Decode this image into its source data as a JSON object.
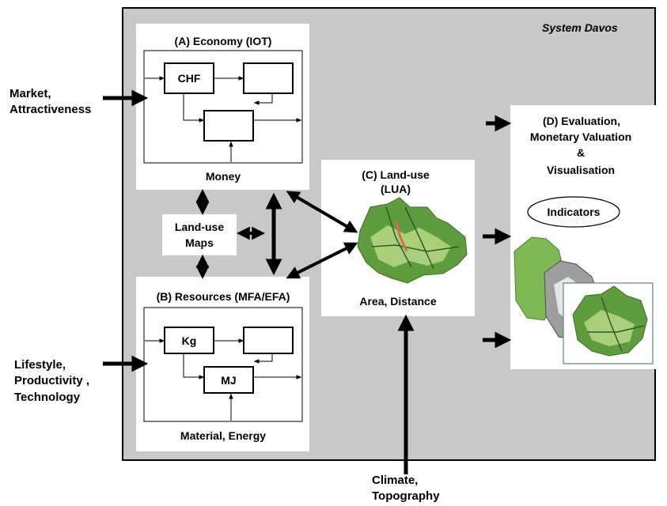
{
  "system": {
    "title": "System Davos"
  },
  "colors": {
    "system_bg": "#c8c8c8",
    "panel": "#ffffff",
    "arrow": "#000000",
    "terrain": "#5f9c3f",
    "terrain_light": "#a9cf7d"
  },
  "economy": {
    "title": "(A) Economy  (IOT)",
    "unit_box": "CHF",
    "footer": "Money"
  },
  "resources": {
    "title": "(B) Resources  (MFA/EFA)",
    "unit_box_1": "Kg",
    "unit_box_2": "MJ",
    "footer": "Material,  Energy"
  },
  "landuse_maps": {
    "line1": "Land-use",
    "line2": "Maps"
  },
  "landuse": {
    "title_line1": "(C) Land-use",
    "title_line2": "(LUA)",
    "footer": "Area, Distance"
  },
  "evaluation": {
    "line1": "(D) Evaluation,",
    "line2": "Monetary Valuation",
    "line3": "&",
    "line4": "Visualisation",
    "indicators": "Indicators"
  },
  "inputs": {
    "market": {
      "line1": "Market,",
      "line2": "Attractiveness"
    },
    "lifestyle": {
      "line1": "Lifestyle,",
      "line2": "Productivity ,",
      "line3": "Technology"
    },
    "climate": {
      "line1": "Climate,",
      "line2": "Topography"
    }
  }
}
